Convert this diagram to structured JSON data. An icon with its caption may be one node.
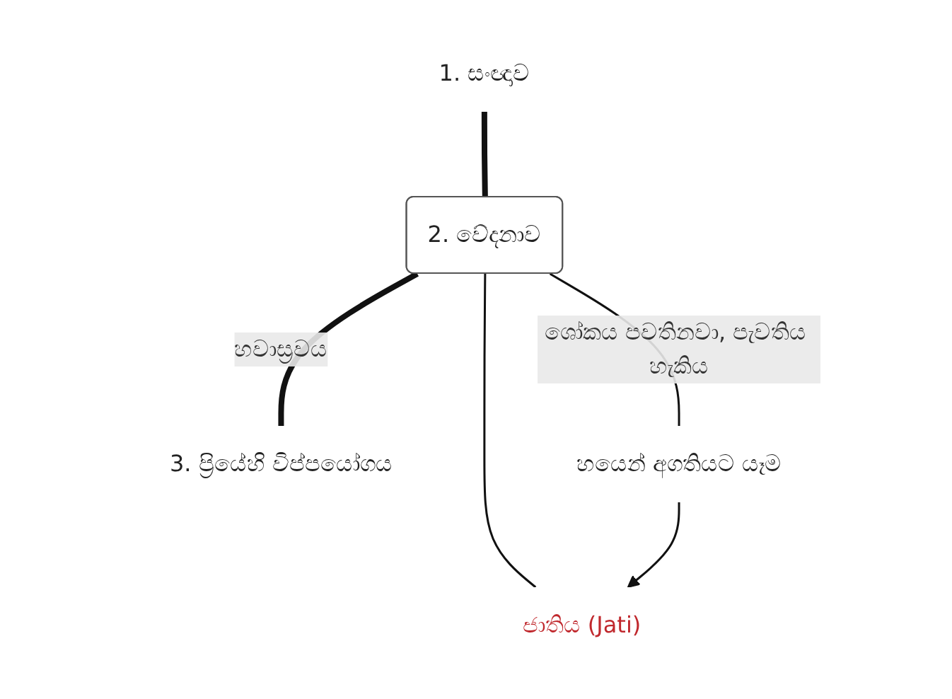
{
  "diagram": {
    "nodes": [
      {
        "text": [
          "1. සංඥාව"
        ]
      },
      {
        "text": [
          "2. වේදනාව"
        ]
      },
      {
        "text": [
          "ජාතිය (Jati)"
        ]
      },
      {
        "text": [
          "3. ප්‍රියේහි විප්පයෝගය"
        ]
      },
      {
        "text": [
          "හයෙන් අගතියට යෑම"
        ]
      }
    ],
    "edges": [
      {
        "from": 0,
        "to": 1,
        "arrow": "none",
        "style": "thick"
      },
      {
        "from": 1,
        "to": 2,
        "arrow": "none"
      },
      {
        "from": 1,
        "to": 3,
        "arrow": "none",
        "style": "thick",
        "label": "හවාස්‍රවය"
      },
      {
        "from": 1,
        "to": 4,
        "arrow": "none",
        "label": "ශෝකය පවතිනවා, පැවතිය හැකිය"
      },
      {
        "from": 4,
        "to": 2,
        "arrow": "to"
      }
    ]
  }
}
